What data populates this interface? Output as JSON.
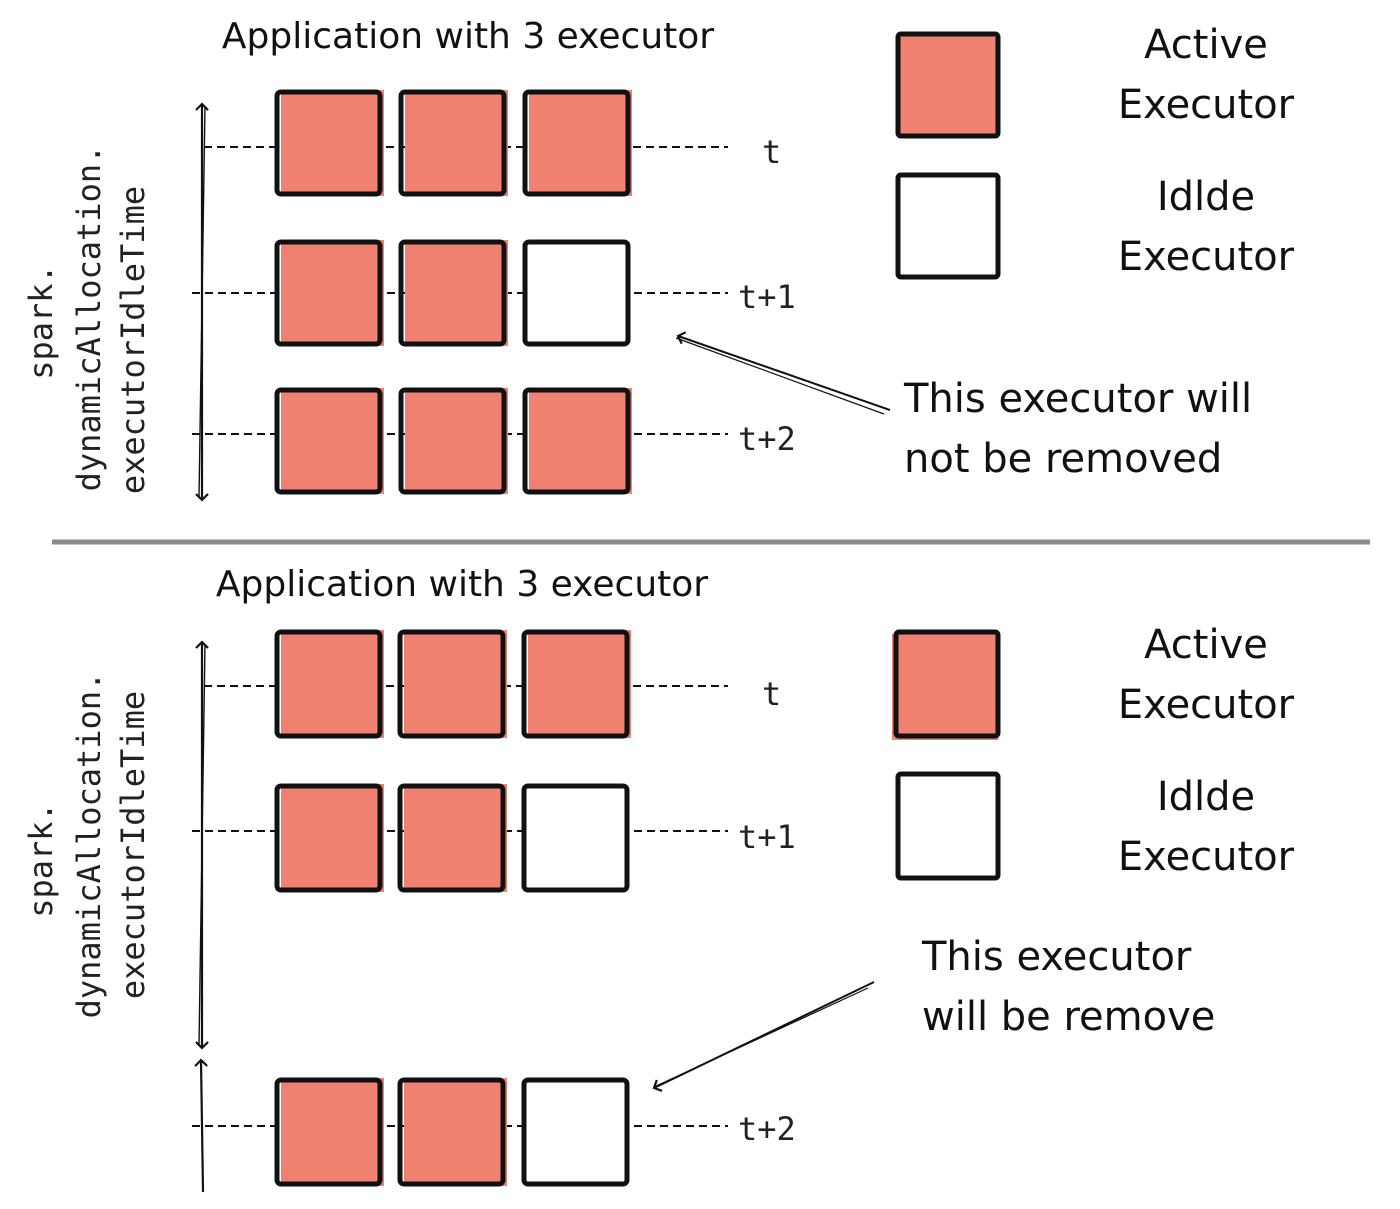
{
  "colors": {
    "active": "#f08070",
    "idle": "#ffffff",
    "ink": "#111111",
    "divider": "#8a8a8a"
  },
  "panels": [
    {
      "title": "Application with 3 executor",
      "vertical_label": [
        "spark.",
        "dynamicAllocation.",
        "executorIdleTime"
      ],
      "rows": [
        {
          "label": "t",
          "executors": [
            "active",
            "active",
            "active"
          ]
        },
        {
          "label": "t+1",
          "executors": [
            "active",
            "active",
            "idle"
          ]
        },
        {
          "label": "t+2",
          "executors": [
            "active",
            "active",
            "active"
          ]
        }
      ],
      "legend": {
        "active": [
          "Active",
          "Executor"
        ],
        "idle": [
          "Idlde",
          "Executor"
        ]
      },
      "callout": [
        "This executor will",
        "not be removed"
      ]
    },
    {
      "title": "Application with 3 executor",
      "vertical_label": [
        "spark.",
        "dynamicAllocation.",
        "executorIdleTime"
      ],
      "rows": [
        {
          "label": "t",
          "executors": [
            "active",
            "active",
            "active"
          ]
        },
        {
          "label": "t+1",
          "executors": [
            "active",
            "active",
            "idle"
          ]
        },
        {
          "label": "t+2",
          "executors": [
            "active",
            "active",
            "idle"
          ]
        }
      ],
      "legend": {
        "active": [
          "Active",
          "Executor"
        ],
        "idle": [
          "Idlde",
          "Executor"
        ]
      },
      "callout": [
        "This executor",
        "will be remove"
      ]
    }
  ]
}
